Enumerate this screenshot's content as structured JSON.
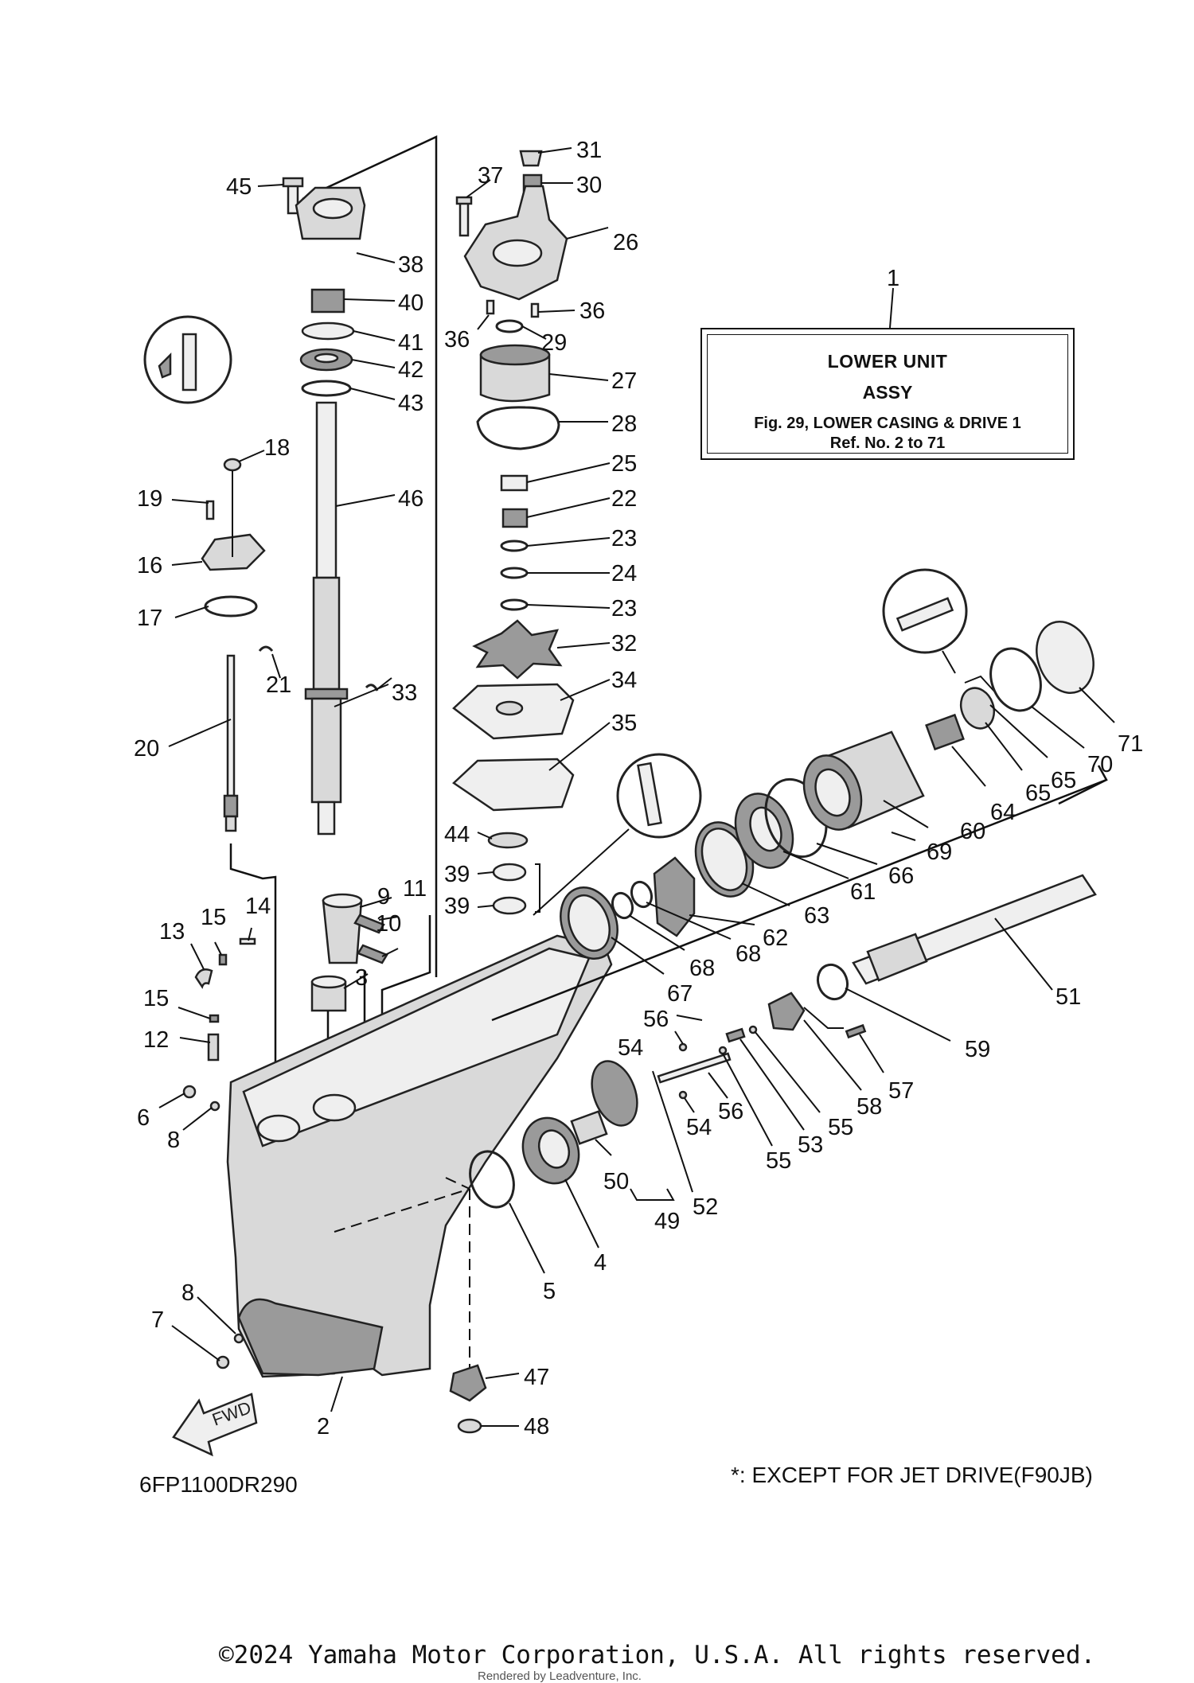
{
  "legend": {
    "number": "1",
    "title": "LOWER UNIT",
    "subtitle": "ASSY",
    "figure": "Fig. 29, LOWER CASING & DRIVE 1",
    "ref": "Ref. No. 2 to 71"
  },
  "diagram_code": "6FP1100DR290",
  "note": "*: EXCEPT FOR JET DRIVE(F90JB)",
  "copyright": "©2024 Yamaha Motor Corporation, U.S.A. All rights reserved.",
  "watermark": "Rendered by Leadventure, Inc.",
  "fwd_label": "FWD",
  "callouts": {
    "c45": "45",
    "c38": "38",
    "c40": "40",
    "c41": "41",
    "c42": "42",
    "c43": "43",
    "c46": "46",
    "c37": "37",
    "c31": "31",
    "c30": "30",
    "c26": "26",
    "c36a": "36",
    "c36b": "36",
    "c29": "29",
    "c27": "27",
    "c28": "28",
    "c25": "25",
    "c22": "22",
    "c23a": "23",
    "c24": "24",
    "c23b": "23",
    "c32": "32",
    "c34": "34",
    "c35": "35",
    "c44": "44",
    "c39a": "39",
    "c39b": "39",
    "c18": "18",
    "c19": "19",
    "c16": "16",
    "c17": "17",
    "c21": "21",
    "c33": "33",
    "c20": "20",
    "c9": "9",
    "c11": "11",
    "c10": "10",
    "c3": "3",
    "c13": "13",
    "c15a": "15",
    "c14": "14",
    "c15b": "15",
    "c12": "12",
    "c6": "6",
    "c8a": "8",
    "c8b": "8",
    "c7": "7",
    "c2": "2",
    "c47": "47",
    "c48": "48",
    "c5": "5",
    "c4": "4",
    "c50": "50",
    "c49": "49",
    "c52": "52",
    "c54a": "54",
    "c56a": "56",
    "c54b": "54",
    "c56b": "56",
    "c55a": "55",
    "c53": "53",
    "c55b": "55",
    "c58": "58",
    "c57": "57",
    "c59": "59",
    "c51": "51",
    "c67": "67",
    "c68a": "68",
    "c68b": "68",
    "c62": "62",
    "c63": "63",
    "c61": "61",
    "c66": "66",
    "c69": "69",
    "c60": "60",
    "c64": "64",
    "c65a": "65",
    "c65b": "65",
    "c70": "70",
    "c71": "71"
  }
}
